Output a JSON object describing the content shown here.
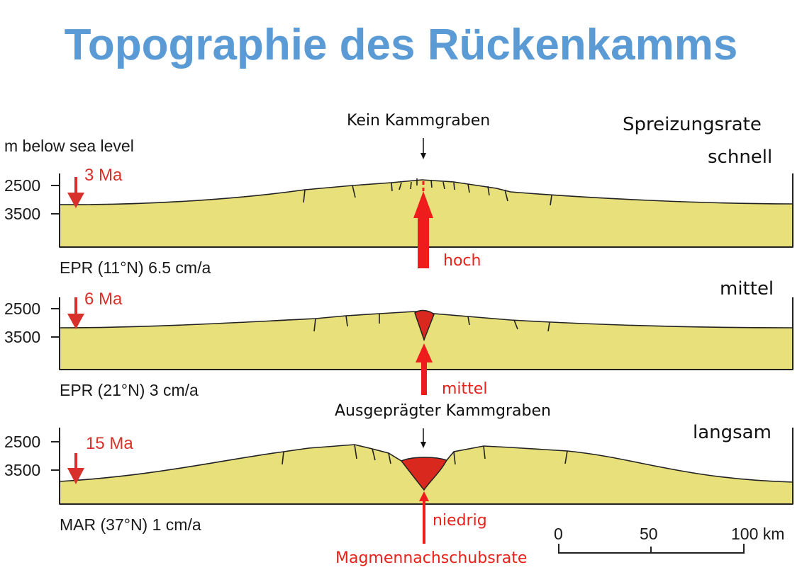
{
  "title": "Topographie des Rückenkamms",
  "axis": {
    "unit_label": "m below sea level",
    "tick_upper": "2500",
    "tick_lower": "3500"
  },
  "header_rate_label": "Spreizungsrate",
  "annotations": {
    "no_axial_valley": "Kein Kammgraben",
    "pronounced_axial_valley": "Ausgeprägter Kammgraben",
    "magma_supply": "Magmennachschubsrate"
  },
  "profiles": [
    {
      "ridge": "EPR (11°N) 6.5 cm/a",
      "age": "3 Ma",
      "rate": "schnell",
      "supply": "hoch"
    },
    {
      "ridge": "EPR (21°N) 3 cm/a",
      "age": "6 Ma",
      "rate": "mittel",
      "supply": "mittel"
    },
    {
      "ridge": "MAR (37°N) 1 cm/a",
      "age": "15 Ma",
      "rate": "langsam",
      "supply": "niedrig"
    }
  ],
  "scale_bar": {
    "ticks": [
      "0",
      "50",
      "100 km"
    ]
  },
  "colors": {
    "crust": "#e8e07a",
    "magma": "#d9291f",
    "arrow": "#ee1c1c",
    "title": "#5b9bd5"
  }
}
